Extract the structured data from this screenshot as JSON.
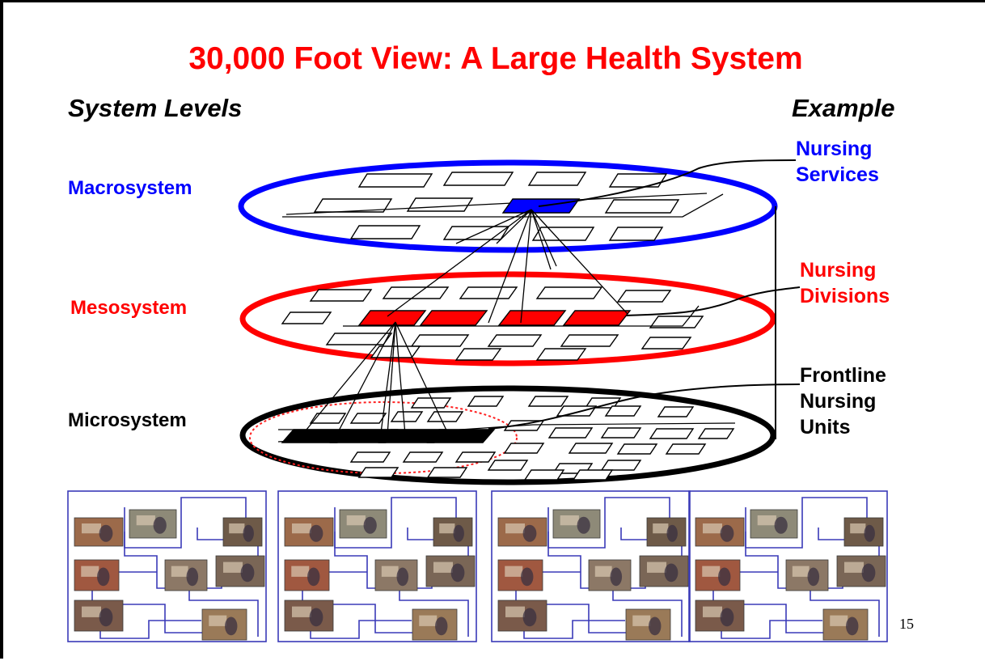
{
  "title": "30,000 Foot View: A Large Health System",
  "columns": {
    "left": "System Levels",
    "right": "Example"
  },
  "levels": [
    {
      "name": "Macrosystem",
      "color": "#0000ff",
      "example_lines": [
        "Nursing",
        "Services"
      ]
    },
    {
      "name": "Mesosystem",
      "color": "#ff0000",
      "example_lines": [
        "Nursing",
        "Divisions"
      ]
    },
    {
      "name": "Microsystem",
      "color": "#000000",
      "example_lines": [
        "Frontline",
        "Nursing",
        "Units"
      ]
    }
  ],
  "page_number": "15",
  "photo_panels": 4,
  "colors": {
    "title": "#ff0000",
    "macro": "#0000ff",
    "meso": "#ff0000",
    "micro": "#000000",
    "panel_line": "#3a3ab8"
  }
}
